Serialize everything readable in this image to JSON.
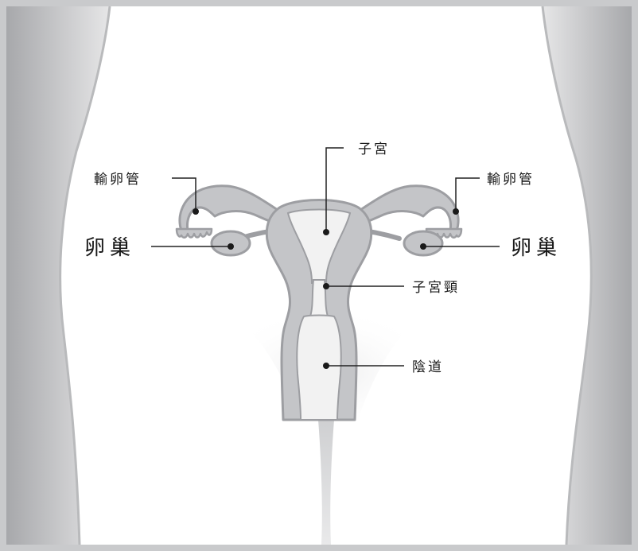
{
  "labels": {
    "uterus": "子宮",
    "fallopian_tube_left": "輸卵管",
    "fallopian_tube_right": "輸卵管",
    "ovary_left": "卵巢",
    "ovary_right": "卵巢",
    "cervix": "子宮頸",
    "vagina": "陰道"
  },
  "colors": {
    "frame": "#c9cacc",
    "body_fill": "#ffffff",
    "organ_outline": "#9d9ea2",
    "organ_fill": "#c4c5c8",
    "cavity_fill": "#f2f2f2",
    "leader_line": "#222222"
  }
}
